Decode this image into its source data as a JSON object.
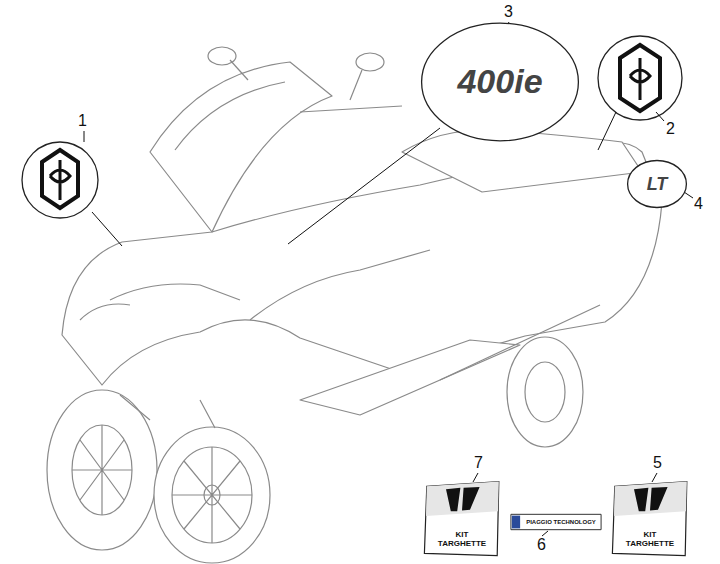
{
  "diagram": {
    "nodes": [
      {
        "text": [
          "400ie"
        ]
      },
      {
        "text": [
          "LT"
        ]
      },
      {
        "text": [
          "KIT TARGHETTE"
        ]
      },
      {
        "text": [
          "PIAGGIO TECHNOLOGY"
        ]
      },
      {
        "text": [
          "KIT TARGHETTE"
        ]
      }
    ],
    "labels": [
      "3",
      "1",
      "2",
      "4",
      "7",
      "5",
      "6"
    ]
  }
}
